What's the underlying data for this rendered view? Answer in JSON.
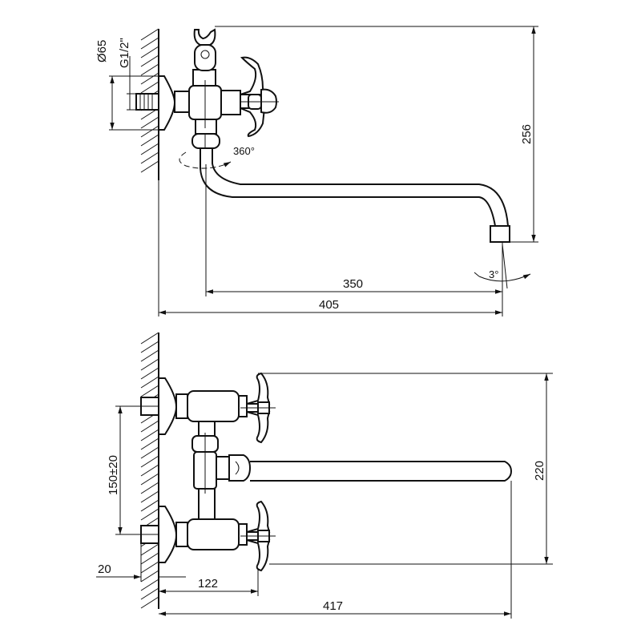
{
  "side_view": {
    "dim_diameter": "Ø65",
    "dim_thread": "G1/2\"",
    "dim_rotation": "360°",
    "dim_height": "256",
    "dim_spout_reach": "350",
    "dim_total_reach": "405",
    "dim_angle": "3°"
  },
  "top_view": {
    "dim_center_distance": "150±20",
    "dim_height": "220",
    "dim_wall_offset": "20",
    "dim_body_depth": "122",
    "dim_total_length": "417"
  }
}
